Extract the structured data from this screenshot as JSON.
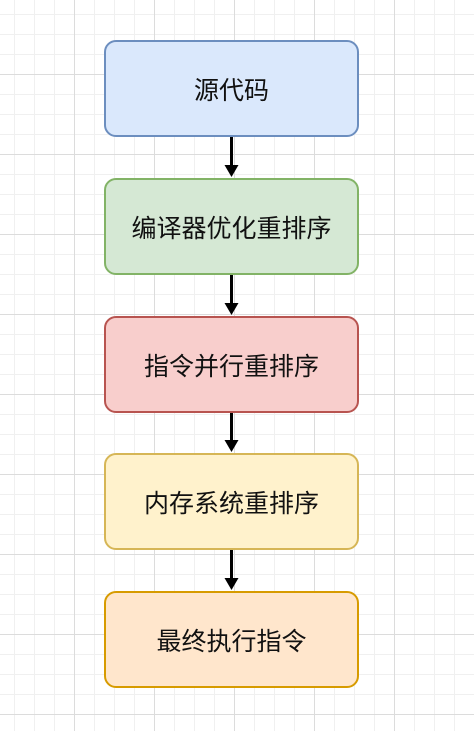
{
  "nodes": [
    {
      "label": "源代码",
      "fill": "#dae8fc",
      "stroke": "#6c8ebf"
    },
    {
      "label": "编译器优化重排序",
      "fill": "#d5e8d4",
      "stroke": "#82b366"
    },
    {
      "label": "指令并行重排序",
      "fill": "#f8cecc",
      "stroke": "#b85450"
    },
    {
      "label": "内存系统重排序",
      "fill": "#fff2cc",
      "stroke": "#d6b656"
    },
    {
      "label": "最终执行指令",
      "fill": "#ffe6cc",
      "stroke": "#d79b00"
    }
  ],
  "edges": [
    {
      "from": 0,
      "to": 1
    },
    {
      "from": 1,
      "to": 2
    },
    {
      "from": 2,
      "to": 3
    },
    {
      "from": 3,
      "to": 4
    }
  ],
  "colors": {
    "arrow": "#000000"
  }
}
